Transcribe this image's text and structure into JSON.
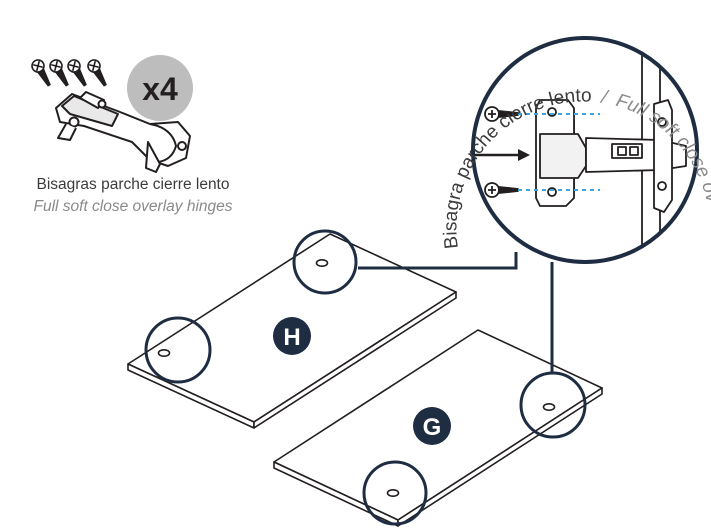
{
  "hardware": {
    "quantity_badge": "x4",
    "caption_es": "Bisagras parche cierre lento",
    "caption_en": "Full soft close overlay hinges"
  },
  "callout": {
    "label_es": "Bisagra parche cierre lento",
    "separator": "/",
    "label_en": "Full soft close overlay hinges"
  },
  "panels": {
    "upper_letter": "H",
    "lower_letter": "G"
  },
  "colors": {
    "line": "#231f20",
    "navy": "#1f2d42",
    "badge_gray": "#bdbdbd",
    "dash_blue": "#38a9d9"
  }
}
